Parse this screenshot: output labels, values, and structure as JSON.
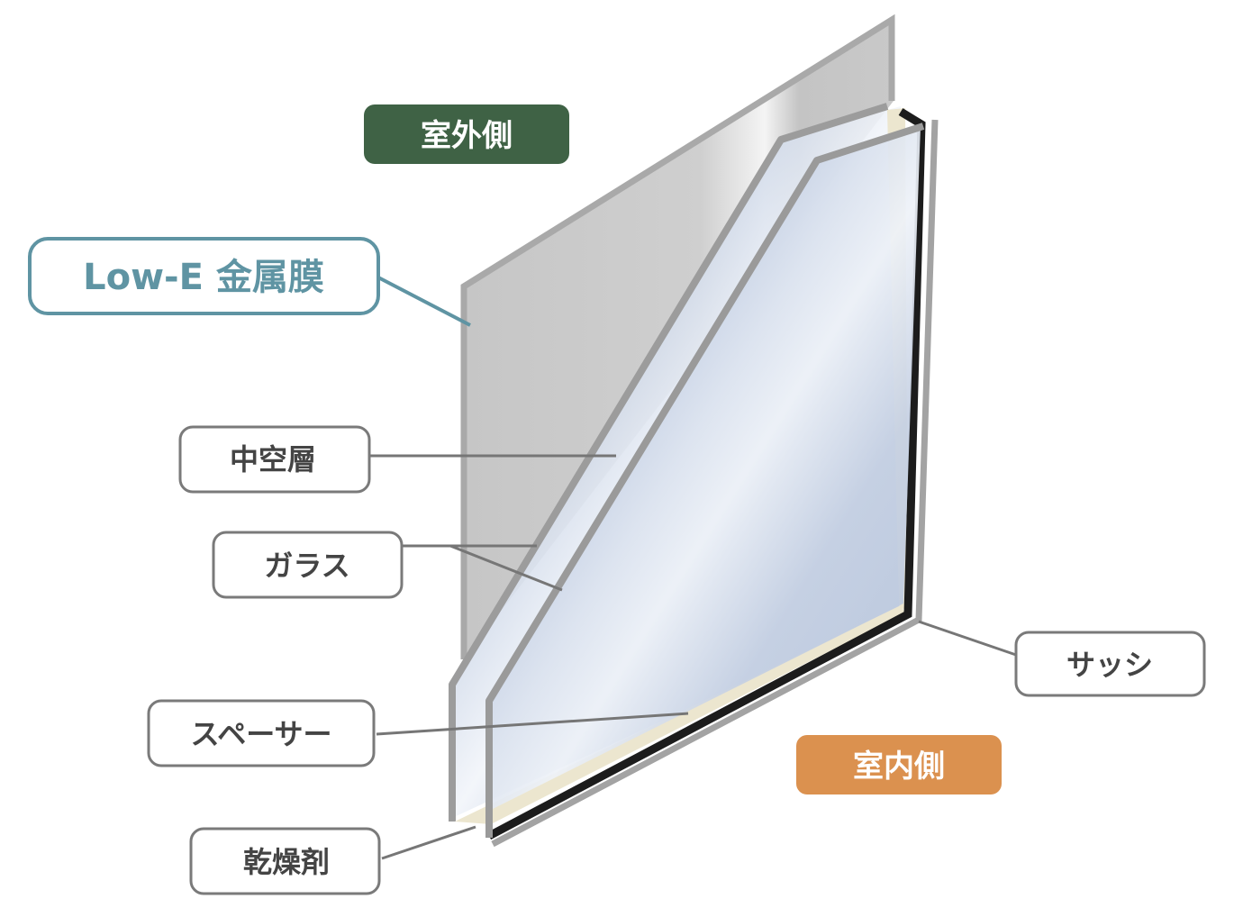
{
  "labels": {
    "outdoor_side": "室外側",
    "indoor_side": "室内側",
    "low_e": "Low-E 金属膜",
    "hollow_layer": "中空層",
    "glass": "ガラス",
    "spacer": "スペーサー",
    "desiccant": "乾燥剤",
    "sash": "サッシ"
  },
  "colors": {
    "outdoor_badge": "#3f6245",
    "indoor_badge": "#db914f",
    "low_e_border": "#5f94a3",
    "callout_border": "#7a7a7a",
    "callout_text": "#444444",
    "leader_line": "#767676",
    "glass_tint": "#b9c7dd",
    "frame_gray": "#9a9a9a",
    "spacer_black": "#1c1c1c",
    "low_e_pane": "#c9c9c9"
  }
}
